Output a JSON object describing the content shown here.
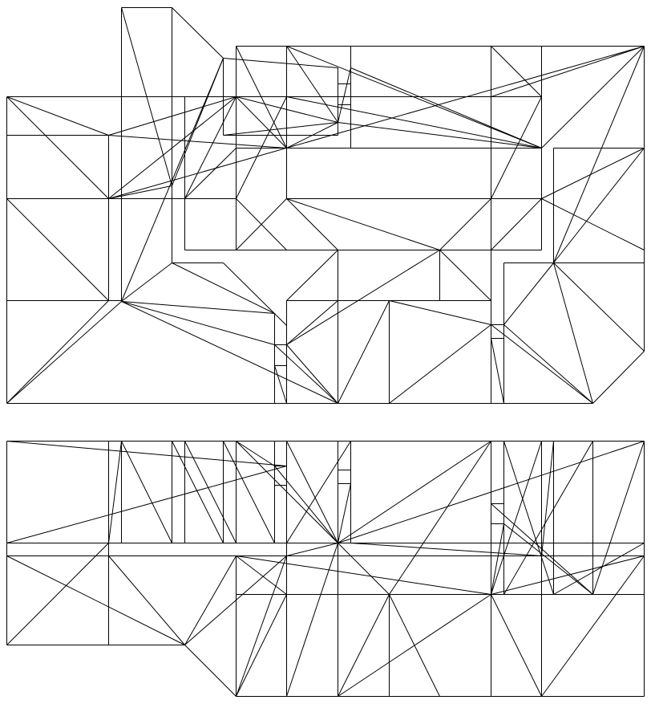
{
  "diagram": {
    "type": "triangulated floor-plan mesh",
    "figures": [
      "upper-mesh",
      "lower-mesh"
    ],
    "colors": {
      "background": "#ffffff",
      "stroke": "#000000"
    }
  }
}
